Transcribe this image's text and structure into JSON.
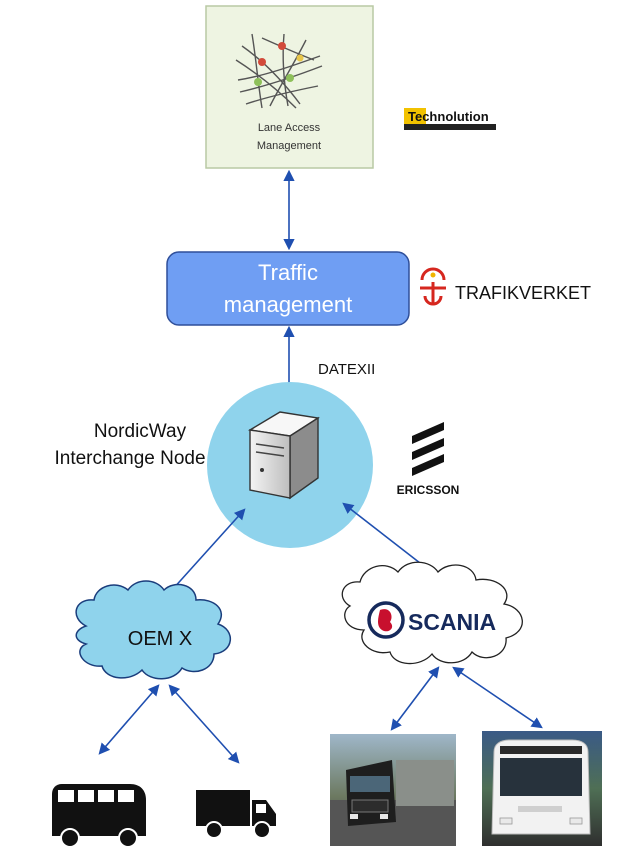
{
  "lane_access": {
    "label_line1": "Lane Access",
    "label_line2": "Management"
  },
  "logos": {
    "technolution": "Technolution",
    "trafikverket": "TRAFIKVERKET",
    "ericsson": "ERICSSON",
    "scania": "SCANIA"
  },
  "traffic_management": {
    "line1": "Traffic",
    "line2": "management"
  },
  "protocol_label": "DATEXII",
  "interchange_node": {
    "line1": "NordicWay",
    "line2": "Interchange Node"
  },
  "clouds": {
    "oem": "OEM X"
  },
  "colors": {
    "traffic_box_fill": "#6f9ef3",
    "traffic_box_stroke": "#2f4f9a",
    "node_circle": "#8fd3ec",
    "arrow": "#1f4fb0",
    "lane_box_fill": "#eef4e2",
    "lane_box_stroke": "#b9c9a4",
    "trafikverket_red": "#d6271f",
    "scania_navy": "#162a5c"
  },
  "icons": [
    "road-network-map",
    "server-icon",
    "ericsson-logo-icon",
    "trafikverket-crest-icon",
    "scania-griffin-icon",
    "bus-icon",
    "truck-icon"
  ]
}
